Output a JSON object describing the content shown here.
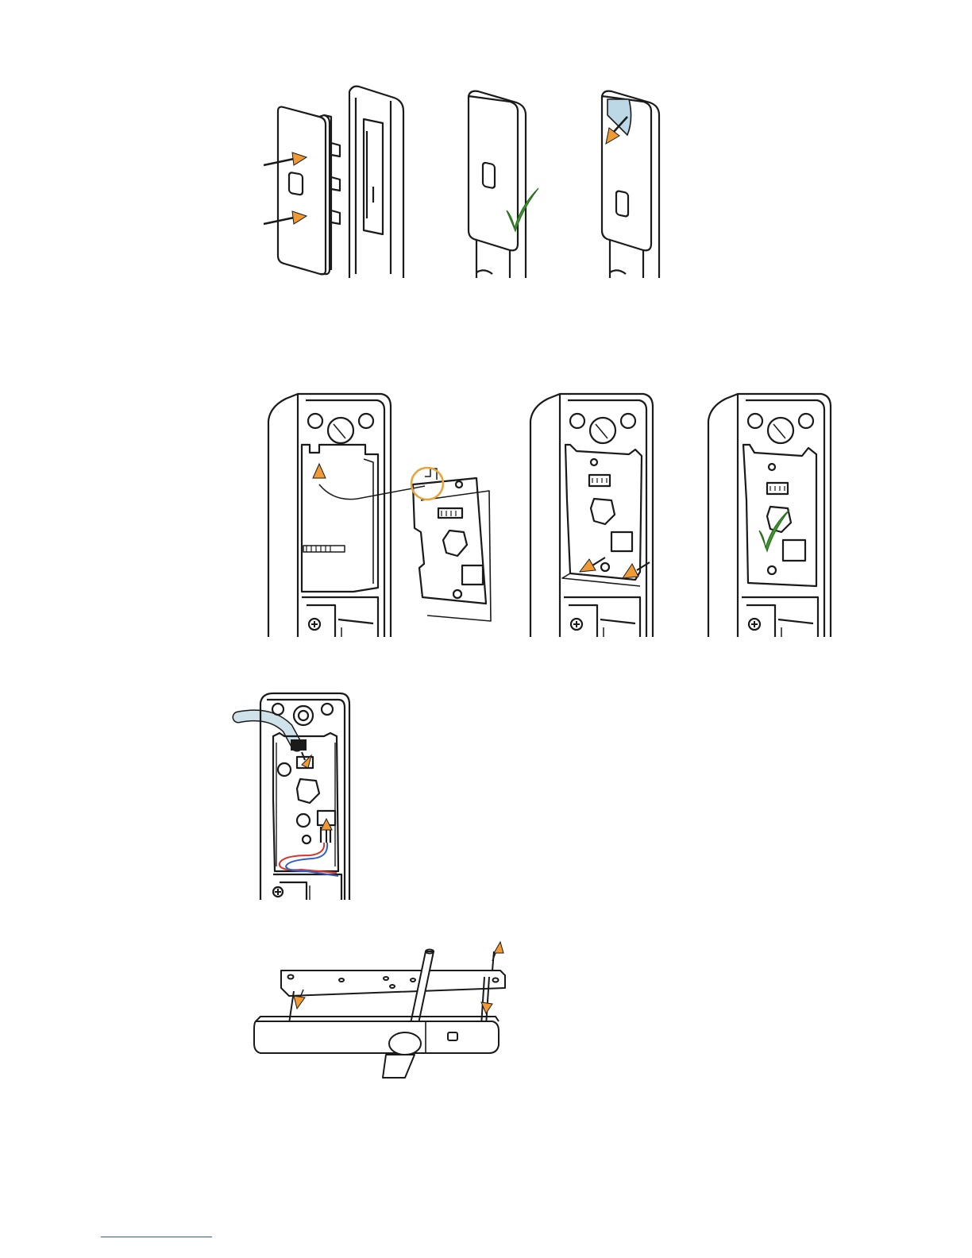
{
  "page": {
    "figures": [
      {
        "id": "faceplate-attach",
        "steps": [
          "insert-faceplate",
          "faceplate-seated-ok",
          "peel-protective-film"
        ]
      },
      {
        "id": "board-install",
        "steps": [
          "hook-board-on-tab",
          "slide-board-down",
          "board-seated-ok"
        ]
      },
      {
        "id": "connect-cables",
        "steps": [
          "plug-connector-top",
          "plug-connector-bottom"
        ]
      },
      {
        "id": "mount-handle",
        "steps": [
          "insert-screws",
          "remove-screws"
        ]
      }
    ]
  },
  "colors": {
    "line": "#1a1a1a",
    "arrow": "#f19a33",
    "check": "#3f9a2d",
    "highlight_ring": "#e8a33a",
    "film": "#bcd8e6",
    "cable": "#cfe2ea",
    "wire_red": "#d9342b",
    "wire_blue": "#2f5fc4",
    "footer_rule": "#2d54c8"
  },
  "icons": [
    "arrow-icon",
    "checkmark-icon",
    "highlight-circle-icon",
    "screw-icon"
  ]
}
